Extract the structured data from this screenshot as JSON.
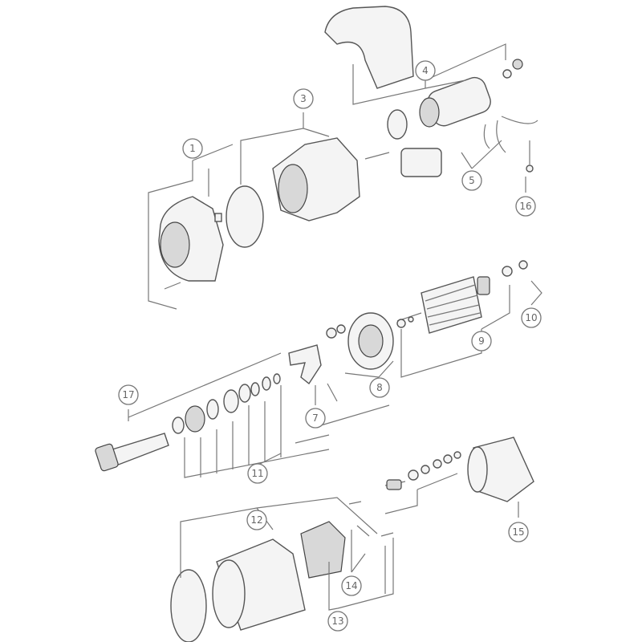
{
  "diagram": {
    "type": "exploded-parts-view",
    "line_color": "#555555",
    "callouts": [
      "1",
      "3",
      "4",
      "5",
      "16",
      "9",
      "10",
      "8",
      "7",
      "17",
      "11",
      "12",
      "15",
      "14",
      "13"
    ]
  }
}
